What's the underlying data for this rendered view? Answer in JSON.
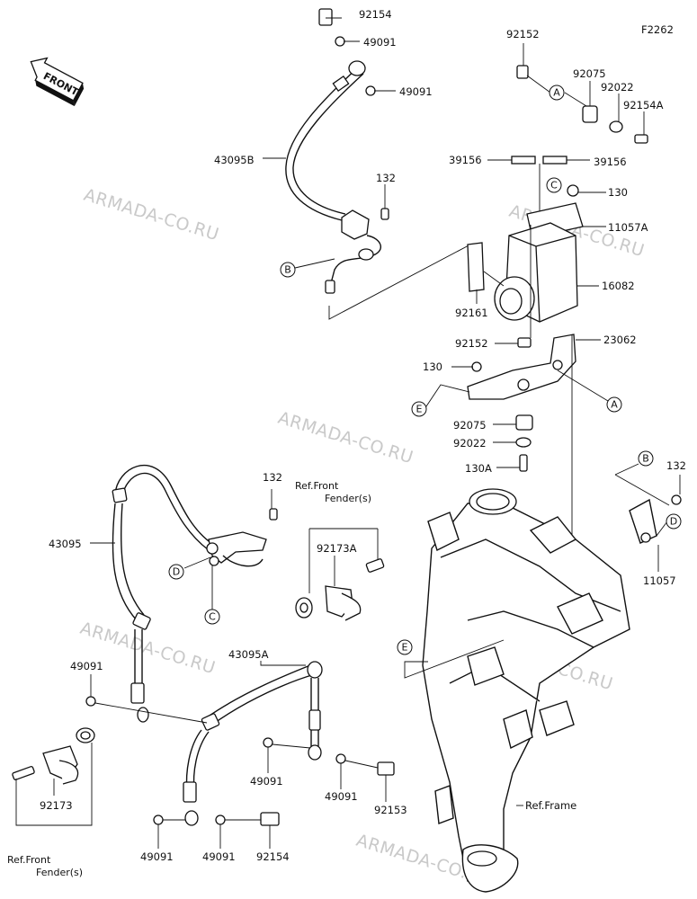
{
  "diagram_code": "F2262",
  "front_label": "FRONT",
  "watermarks": [
    "ARMADA-CO.RU",
    "ARMADA-CO.RU",
    "ARMADA-CO.RU",
    "ARMADA-CO.RU",
    "ARMADA-CO.RU",
    "ARMADA-CO.RU"
  ],
  "parts": {
    "p92154_top": "92154",
    "p49091_a": "49091",
    "p49091_b": "49091",
    "p92152_top": "92152",
    "p92075_top": "92075",
    "p92022_top": "92022",
    "p92154A": "92154A",
    "p43095B": "43095B",
    "p132_top": "132",
    "p39156_left": "39156",
    "p39156_right": "39156",
    "p130_top": "130",
    "p11057A": "11057A",
    "p16082": "16082",
    "p92161": "92161",
    "p92152_mid": "92152",
    "p23062": "23062",
    "p130_mid": "130",
    "p92075_mid": "92075",
    "p92022_mid": "92022",
    "p130A": "130A",
    "p132_left": "132",
    "p43095": "43095",
    "p92173A": "92173A",
    "p132_right": "132",
    "p11057": "11057",
    "p43095A": "43095A",
    "p49091_c": "49091",
    "p49091_d": "49091",
    "p49091_e": "49091",
    "p92153": "92153",
    "p92173": "92173",
    "p49091_f": "49091",
    "p49091_g": "49091",
    "p92154_bottom": "92154"
  },
  "refs": {
    "front_fender_top_line1": "Ref.Front",
    "front_fender_top_line2": "Fender(s)",
    "front_fender_bottom_line1": "Ref.Front",
    "front_fender_bottom_line2": "Fender(s)",
    "frame": "Ref.Frame"
  },
  "callouts": {
    "A_top": "A",
    "B_left": "B",
    "C_top": "C",
    "E_left": "E",
    "A_right": "A",
    "D_left": "D",
    "C_left": "C",
    "B_right": "B",
    "D_right": "D",
    "E_bottom": "E"
  }
}
